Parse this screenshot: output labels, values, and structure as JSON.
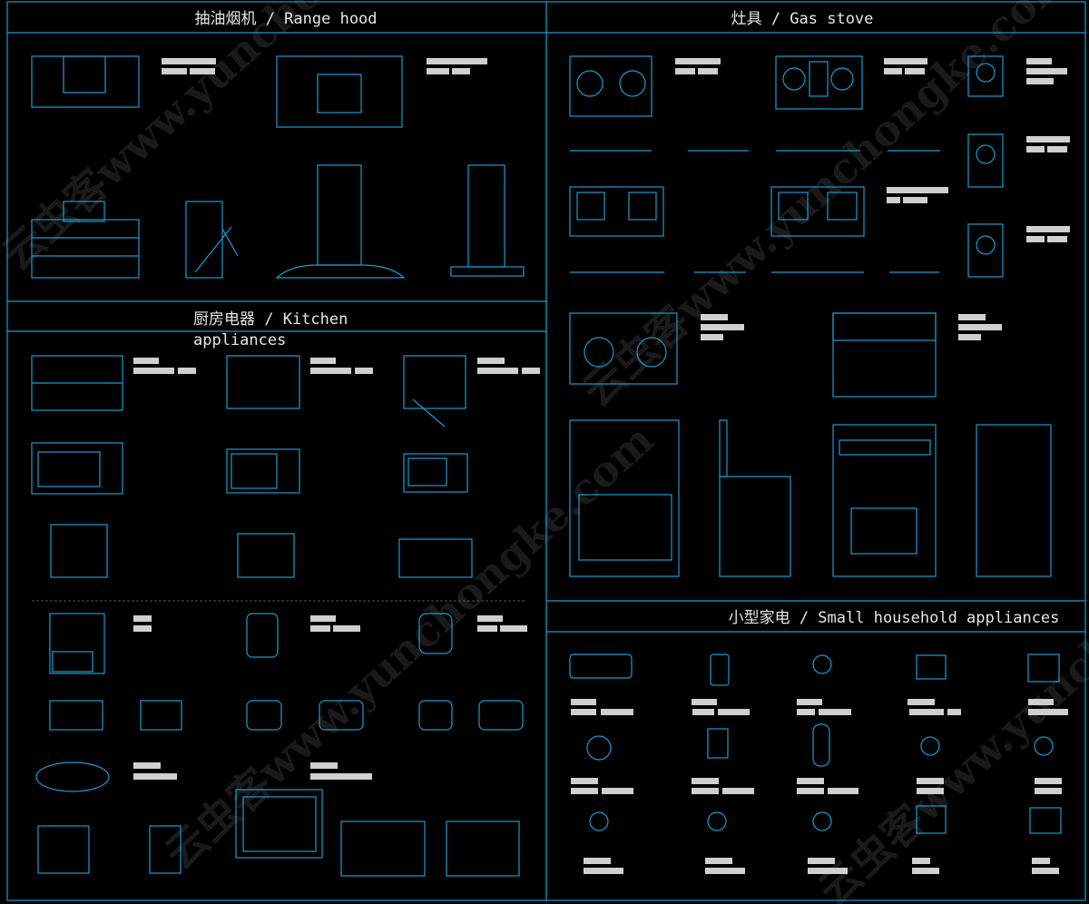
{
  "sections": {
    "range_hood": {
      "title": "抽油烟机 / Range hood"
    },
    "gas_stove": {
      "title": "灶具 / Gas stove"
    },
    "kitchen": {
      "title_line1": "厨房电器 / Kitchen",
      "title_line2": "appliances"
    },
    "small": {
      "title": "小型家电 / Small household appliances"
    }
  },
  "watermark": "云虫客www.yunchongke.com",
  "colors": {
    "line": "#1a9bd0",
    "label_block": "#cfcfcf",
    "background": "#000000"
  }
}
